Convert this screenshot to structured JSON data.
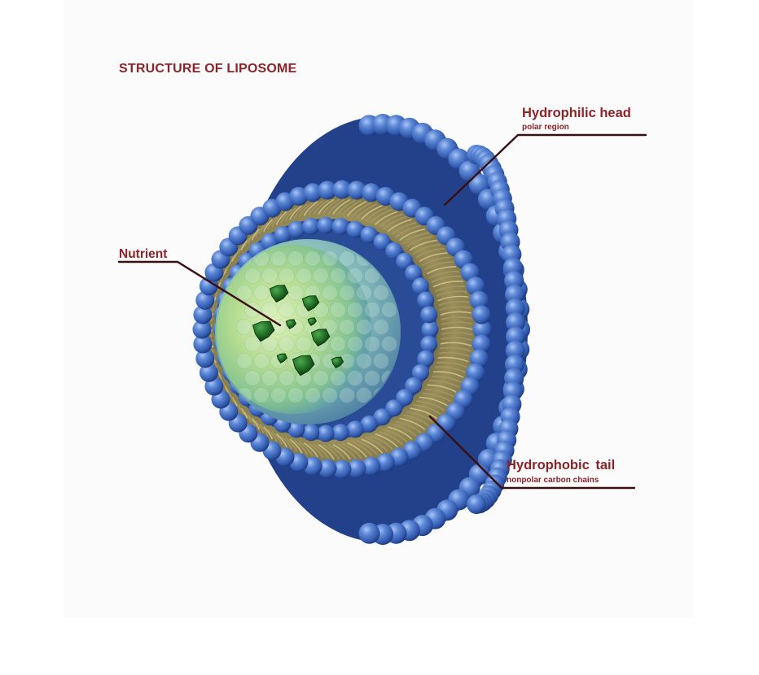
{
  "title": "STRUCTURE OF LIPOSOME",
  "labels": {
    "hydrophilic_head": {
      "title": "Hydrophilic head",
      "subtitle": "polar region"
    },
    "nutrient": {
      "title": "Nutrient"
    },
    "hydrophobic_tail": {
      "title": "Hydrophobic  tail",
      "subtitle": "nonpolar carbon chains"
    }
  },
  "colors": {
    "label_text": "#8a2428",
    "leader_line": "#3a0f12",
    "head_sphere": "#4a76c8",
    "head_sphere_dark": "#1f3f8a",
    "tail_band": "#8f8450",
    "core_fluid": "#a9d884",
    "nutrient_particle": "#1f6b22"
  }
}
